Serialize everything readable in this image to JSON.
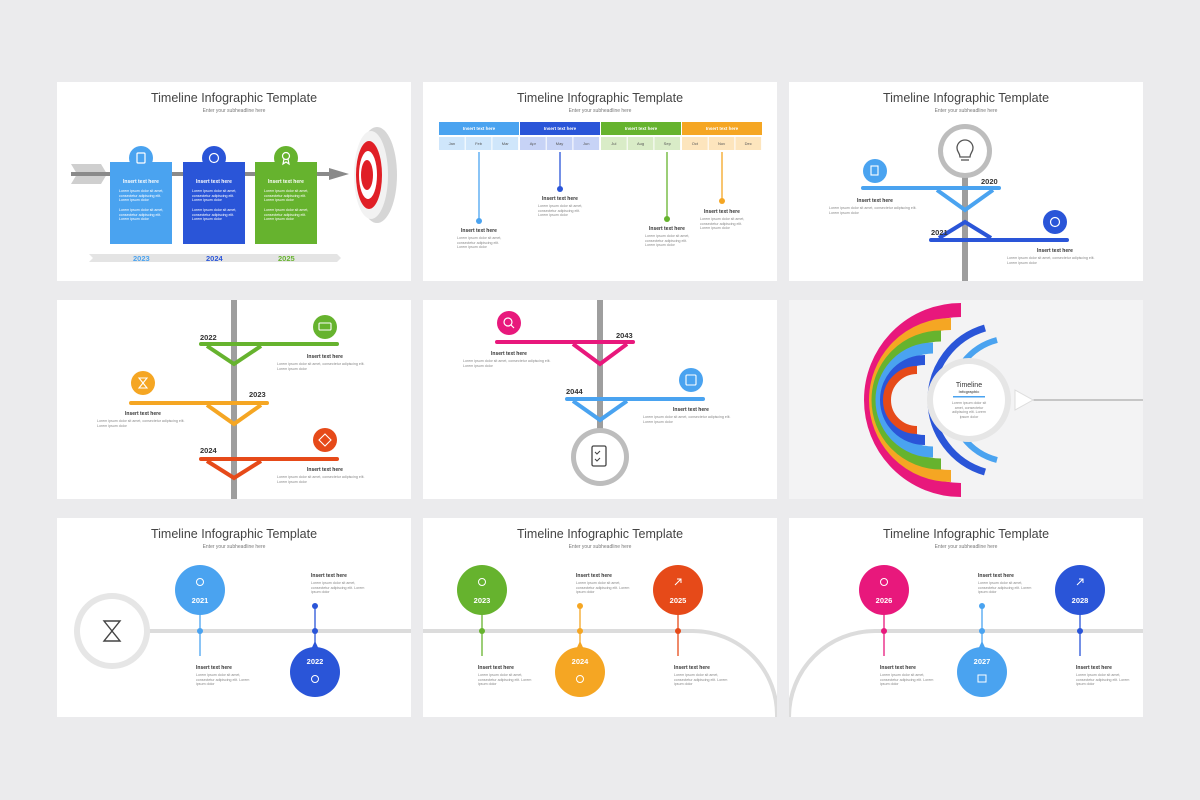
{
  "colors": {
    "blue": "#4aa3f0",
    "darkblue": "#2a55d8",
    "green": "#66b32e",
    "orange": "#f5a623",
    "red": "#e64a19",
    "pink": "#e8187c",
    "gray": "#9e9e9e",
    "line": "#dcdcdc",
    "teal": "#1cb5b5"
  },
  "common": {
    "title": "Timeline Infographic Template",
    "subtitle": "Enter your subheadline here",
    "heading": "Insert text here",
    "body": "Lorem ipsum dolor sit amet, consectetur adipiscing elit. Lorem ipsum dolor"
  },
  "slide1": {
    "years": [
      "2023",
      "2024",
      "2025"
    ],
    "icons": [
      "clipboard-icon",
      "gear-icon",
      "award-icon"
    ]
  },
  "slide2": {
    "quarters": [
      "Insert text here",
      "Insert text here",
      "Insert text here",
      "Insert text here"
    ],
    "months": [
      "Jan",
      "Feb",
      "Mar",
      "Apr",
      "May",
      "Jun",
      "Jul",
      "Aug",
      "Sep",
      "Oct",
      "Nov",
      "Dec"
    ]
  },
  "slide3": {
    "years": [
      "2020",
      "2021"
    ]
  },
  "slide4": {
    "years": [
      "2022",
      "2023",
      "2024"
    ]
  },
  "slide5": {
    "years": [
      "2043",
      "2044"
    ]
  },
  "slide6": {
    "center_title": "Timeline",
    "center_sub": "Infographic"
  },
  "slide7": {
    "years": [
      "2021",
      "2022"
    ]
  },
  "slide8": {
    "years": [
      "2023",
      "2024",
      "2025"
    ]
  },
  "slide9": {
    "years": [
      "2026",
      "2027",
      "2028"
    ]
  }
}
